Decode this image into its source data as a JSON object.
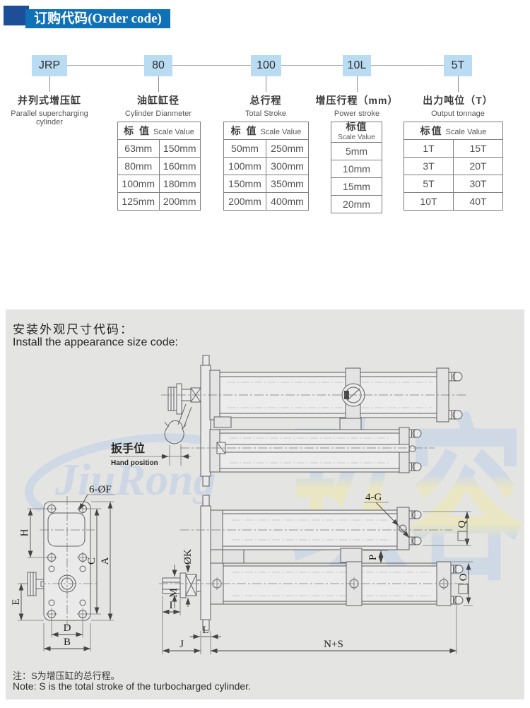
{
  "header": {
    "title_zh": "订购代码",
    "title_en": "(Order code)",
    "bar_color": "#0f72b8",
    "accent_color": "#1c4f98"
  },
  "order_code": {
    "box_color": "#b9dcf2",
    "codes": [
      {
        "code": "JRP",
        "label_zh": "并列式增压缸",
        "label_en": "Parallel supercharging cylinder"
      },
      {
        "code": "80",
        "label_zh": "油缸缸径",
        "label_en": "Cylinder Dianmeter"
      },
      {
        "code": "100",
        "label_zh": "总行程",
        "label_en": "Total Stroke"
      },
      {
        "code": "10L",
        "label_zh": "增压行程（mm）",
        "label_en": "Power stroke"
      },
      {
        "code": "5T",
        "label_zh": "出力吨位（T）",
        "label_en": "Output tonnage"
      }
    ],
    "tables": [
      {
        "header_zh": "标 值",
        "header_en": "Scale Value",
        "rows": [
          [
            "63mm",
            "150mm"
          ],
          [
            "80mm",
            "160mm"
          ],
          [
            "100mm",
            "180mm"
          ],
          [
            "125mm",
            "200mm"
          ]
        ]
      },
      {
        "header_zh": "标 值",
        "header_en": "Scale Value",
        "rows": [
          [
            "50mm",
            "250mm"
          ],
          [
            "100mm",
            "300mm"
          ],
          [
            "150mm",
            "350mm"
          ],
          [
            "200mm",
            "400mm"
          ]
        ]
      },
      {
        "header_zh": "标值",
        "header_en": "Scale Value",
        "rows": [
          [
            "5mm"
          ],
          [
            "10mm"
          ],
          [
            "15mm"
          ],
          [
            "20mm"
          ]
        ]
      },
      {
        "header_zh": "标值",
        "header_en": "Scale Value",
        "rows": [
          [
            "1T",
            "15T"
          ],
          [
            "3T",
            "20T"
          ],
          [
            "5T",
            "30T"
          ],
          [
            "10T",
            "40T"
          ]
        ]
      }
    ]
  },
  "install_section": {
    "title_zh": "安装外观尺寸代码：",
    "title_en": "Install the appearance size code:",
    "bg": "#e4e4e2",
    "note_zh": "注：S为增压缸的总行程。",
    "note_en": "Note: S is the total stroke of the turbocharged cylinder."
  },
  "dims": {
    "hand_zh": "扳手位",
    "hand_en": "Hand position",
    "f6": "6-ØF",
    "g4": "4-G",
    "H": "H",
    "C": "C",
    "A": "A",
    "E": "E",
    "D": "D",
    "B": "B",
    "M": "M",
    "K": "ØK",
    "I": "I",
    "L": "L",
    "J": "J",
    "NS": "N+S",
    "P": "P",
    "Q": "Q",
    "O": "O"
  },
  "watermark": {
    "script": "JiuRong",
    "reg": "®",
    "chars": "玖容",
    "blue": "#c9d6e7",
    "yellow": "#ebe7bd"
  }
}
